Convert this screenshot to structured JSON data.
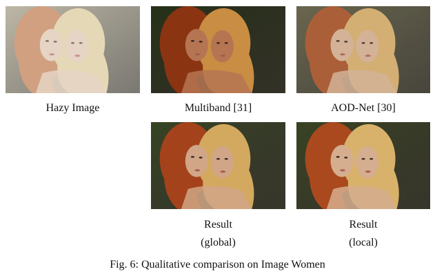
{
  "figure": {
    "caption": "Fig. 6: Qualitative comparison on Image Women",
    "panels": [
      {
        "id": "hazy",
        "label_lines": [
          "Hazy Image"
        ],
        "tone": {
          "bg": "#9a9176",
          "hair1": "#b86d3d",
          "hair2": "#d8c38f",
          "skin": "#d9bea6",
          "haze": "#ffffff",
          "haze_opacity": 0.35
        }
      },
      {
        "id": "multiband",
        "label_lines": [
          "Multiband [31]"
        ],
        "tone": {
          "bg": "#263118",
          "hair1": "#8b3412",
          "hair2": "#c98d43",
          "skin": "#b67552",
          "haze": "#ffffff",
          "haze_opacity": 0.0
        }
      },
      {
        "id": "aodnet",
        "label_lines": [
          "AOD-Net [30]"
        ],
        "tone": {
          "bg": "#59553a",
          "hair1": "#a24d22",
          "hair2": "#cfa665",
          "skin": "#cfaa8c",
          "haze": "#ffffff",
          "haze_opacity": 0.1
        }
      },
      {
        "id": "global",
        "label_lines": [
          "Result",
          "(global)"
        ],
        "tone": {
          "bg": "#324020",
          "hair1": "#a33f17",
          "hair2": "#d3a85c",
          "skin": "#d0a584",
          "haze": "#ffffff",
          "haze_opacity": 0.02
        }
      },
      {
        "id": "local",
        "label_lines": [
          "Result",
          "(local)"
        ],
        "tone": {
          "bg": "#36401f",
          "hair1": "#a84619",
          "hair2": "#d8b168",
          "skin": "#d5ad8d",
          "haze": "#ffffff",
          "haze_opacity": 0.02
        }
      }
    ]
  }
}
